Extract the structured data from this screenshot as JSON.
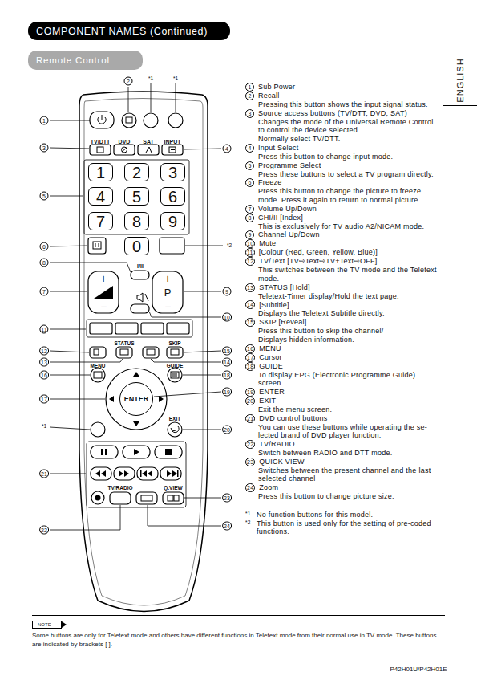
{
  "diagram": {
    "title": "COMPONENT NAMES (Continued)",
    "nodes": [
      {
        "text": [
          "COMPONENT NAMES (Continued)"
        ]
      },
      {
        "text": [
          "Remote Control"
        ]
      },
      {
        "text": [
          "ENGLISH"
        ]
      },
      {
        "text": [
          "1"
        ]
      },
      {
        "text": [
          "2"
        ]
      },
      {
        "text": [
          "3"
        ]
      },
      {
        "text": [
          "4"
        ]
      },
      {
        "text": [
          "5"
        ]
      },
      {
        "text": [
          "6"
        ]
      },
      {
        "text": [
          "7"
        ]
      },
      {
        "text": [
          "8"
        ]
      },
      {
        "text": [
          "9"
        ]
      },
      {
        "text": [
          "0"
        ]
      },
      {
        "text": [
          "ENTER"
        ]
      },
      {
        "text": [
          "NOTE",
          "Some buttons are only for Teletext mode and others have different functions in Teletext mode from their normal use in TV mode. These buttons are indicated by brackets [ ]."
        ]
      }
    ],
    "labels": [
      "TV/DTT",
      "DVD",
      "SAT",
      "INPUT",
      "I/II",
      "+",
      "−",
      "+",
      "P",
      "−",
      "STATUS",
      "SKIP",
      "MENU",
      "GUIDE",
      "EXIT",
      "TV/RADIO",
      "Q.VIEW",
      "1",
      "2",
      "*1",
      "*1",
      "3",
      "4",
      "5",
      "6",
      "*2",
      "8",
      "7",
      "9",
      "10",
      "11",
      "12",
      "15",
      "13",
      "14",
      "16",
      "18",
      "19",
      "17",
      "*1",
      "20",
      "21",
      "23",
      "22",
      "24",
      "1",
      "Sub Power",
      "2",
      "Recall",
      "Pressing this button shows the input signal status.",
      "3",
      "Source access buttons (TV/DTT, DVD, SAT)",
      "Changes the mode of the Universal Remote Control to control the device selected.",
      "Normally select TV/DTT.",
      "4",
      "Input Select",
      "Press this button to change input mode.",
      "5",
      "Programme Select",
      "Press these buttons to select a TV program directly.",
      "6",
      "Freeze",
      "Press this button to change the picture to freeze mode. Press it again to return to normal picture.",
      "7",
      "Volume Up/Down",
      "8",
      "CHI/II [Index]",
      "This is exclusively for TV audio A2/NICAM mode.",
      "9",
      "Channel Up/Down",
      "10",
      "Mute",
      "11",
      "[Colour (Red, Green, Yellow, Blue)]",
      "12",
      "TV/Text [TV⇨Text⇨TV+Text⇨OFF]",
      "This switches between the TV mode and the Teletext mode.",
      "13",
      "STATUS [Hold]",
      "Teletext-Timer display/Hold the text page.",
      "14",
      "[Subtitle]",
      "Displays the Teletext Subtitle directly.",
      "15",
      "SKIP [Reveal]",
      "Press this button to skip the channel/",
      "Displays hidden information.",
      "16",
      "MENU",
      "17",
      "Cursor",
      "18",
      "GUIDE",
      "To display EPG (Electronic Programme Guide) screen.",
      "19",
      "ENTER",
      "20",
      "EXIT",
      "Exit the menu screen.",
      "21",
      "DVD control buttons",
      "You can use these buttons while operating the se-lected brand of DVD player function.",
      "22",
      "TV/RADIO",
      "Switch between RADIO and DTT mode.",
      "23",
      "QUICK VIEW",
      "Switches between the present channel and the last selected channel",
      "24",
      "Zoom",
      "Press this button to change picture size.",
      "*1",
      "No function buttons for this model.",
      "*2",
      "This button is used only for the setting of pre-coded functions.",
      "P42H01U/P42H01E"
    ]
  }
}
